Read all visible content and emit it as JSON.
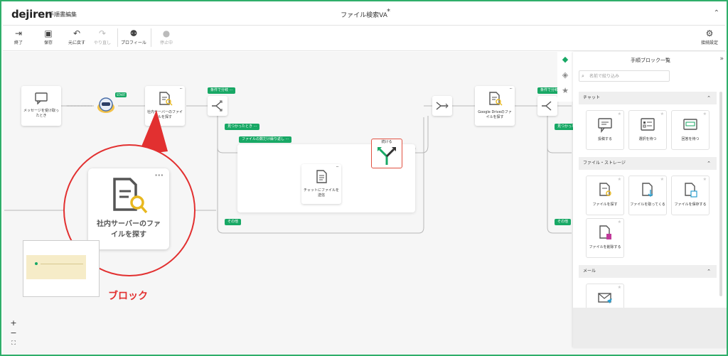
{
  "header": {
    "logo": "dejiren",
    "breadcrumb": "手順書編集",
    "title": "ファイル検索VA",
    "modified_mark": "*"
  },
  "toolbar": {
    "exit": "終了",
    "save": "保存",
    "undo": "元に戻す",
    "redo": "やり直し",
    "profile": "プロフィール",
    "stop": "停止中",
    "connection": "接続設定"
  },
  "flow": {
    "trigger_label": "メッセージを受け取ったとき",
    "start_badge": "START",
    "search_node_label": "社内サーバーのファイルを探す",
    "branch_tag_1": "条件で分岐 ···",
    "found_tag": "見つかったとき ···",
    "loop_tag": "ファイルの数だけ繰り返し ···",
    "send_node_label": "チャットにファイルを送信",
    "continue_label": "続ける",
    "other_tag_1": "その他",
    "gdrive_node_label": "Google Driveのファイルを探す",
    "branch_tag_2": "条件で分岐 ···",
    "found_tag_2": "見つかったとき ···",
    "other_tag_2": "その他"
  },
  "callout": {
    "enlarged_label": "社内サーバーのファイルを探す",
    "annotation": "ブロック"
  },
  "zoom": {
    "in": "+",
    "out": "−",
    "fit": "⛶"
  },
  "panel": {
    "title": "手順ブロック一覧",
    "search_placeholder": "名前で絞り込み",
    "categories": [
      {
        "name": "チャット",
        "items": [
          "投稿する",
          "選択を待つ",
          "回答を待つ"
        ]
      },
      {
        "name": "ファイル・ストレージ",
        "items": [
          "ファイルを探す",
          "ファイルを取ってくる",
          "ファイルを保存する",
          "ファイルを削除する"
        ]
      },
      {
        "name": "メール",
        "items": [
          ""
        ]
      }
    ]
  },
  "colors": {
    "accent": "#18a865",
    "frame": "#2fae6a",
    "callout": "#e23030",
    "continue_border": "#e05040"
  }
}
